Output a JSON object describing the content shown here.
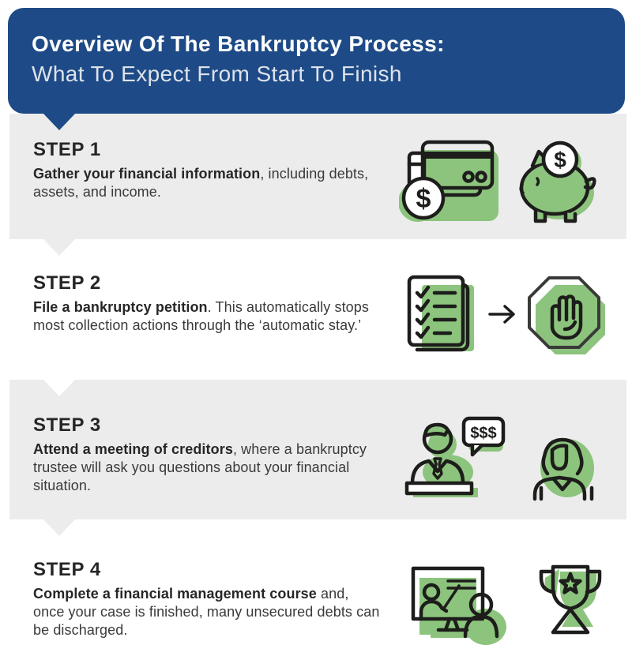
{
  "header": {
    "title_line1": "Overview Of The Bankruptcy Process:",
    "title_line2": "What To Expect From Start To Finish"
  },
  "steps": [
    {
      "label": "STEP 1",
      "desc_bold": "Gather your financial information",
      "desc_rest": ", including debts, assets, and income.",
      "icons": [
        "credit-cards-icon",
        "piggy-bank-icon"
      ]
    },
    {
      "label": "STEP 2",
      "desc_bold": "File a bankruptcy petition",
      "desc_rest": ". This automatically stops most collection actions through the ‘automatic stay.’",
      "icons": [
        "checklist-icon",
        "arrow-right-icon",
        "stop-hand-icon"
      ]
    },
    {
      "label": "STEP 3",
      "desc_bold": "Attend a meeting of creditors",
      "desc_rest": ", where a bankruptcy trustee will ask you questions about your financial situation.",
      "icons": [
        "trustee-meeting-icon",
        "trustee-person-icon"
      ]
    },
    {
      "label": "STEP 4",
      "desc_bold": "Complete a financial management course",
      "desc_rest": " and, once your case is finished, many unsecured debts can be discharged.",
      "icons": [
        "financial-course-icon",
        "trophy-icon"
      ]
    }
  ],
  "icon_text": {
    "dollar": "$",
    "bubble": "$$$"
  },
  "colors": {
    "header_blue": "#1e4b87",
    "section_gray": "#ececec",
    "icon_green": "#8cc47d",
    "icon_stroke": "#1d1d1b",
    "text_dark": "#262626"
  }
}
